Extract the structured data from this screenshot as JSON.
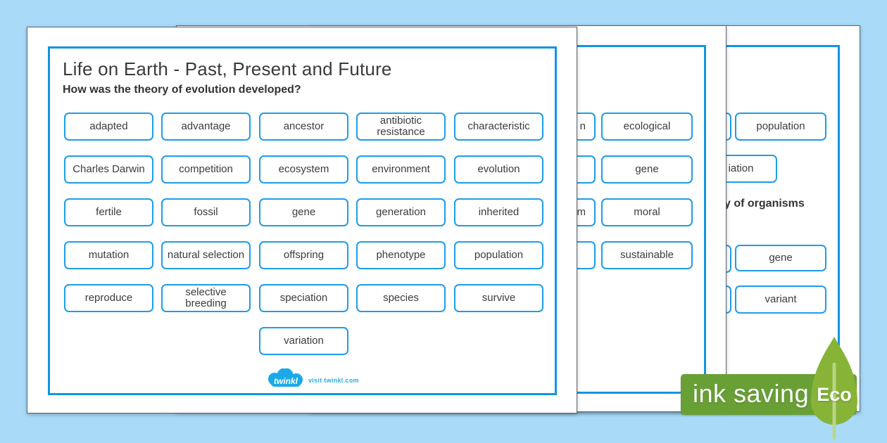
{
  "doc": {
    "title": "Life on Earth - Past, Present and Future",
    "subtitle": "How was the theory of evolution developed?",
    "words": [
      "adapted",
      "advantage",
      "ancestor",
      "antibiotic resistance",
      "characteristic",
      "Charles Darwin",
      "competition",
      "ecosystem",
      "environment",
      "evolution",
      "fertile",
      "fossil",
      "gene",
      "generation",
      "inherited",
      "mutation",
      "natural selection",
      "offspring",
      "phenotype",
      "population",
      "reproduce",
      "selective breeding",
      "speciation",
      "species",
      "survive",
      "variation"
    ],
    "logo_brand": "twinkl",
    "logo_tagline": "visit twinkl.com"
  },
  "page2": {
    "cut_fragments": [
      "n",
      "",
      "sm",
      ""
    ],
    "words": [
      "ecological",
      "gene",
      "moral",
      "sustainable"
    ]
  },
  "page3": {
    "word_top": "population",
    "cut_word": "iation",
    "heading_fragment": "y of organisms",
    "words": [
      "gene",
      "variant"
    ]
  },
  "eco_badge": {
    "label": "ink saving",
    "eco": "Eco"
  },
  "colors": {
    "background": "#a9dbf8",
    "frame_blue": "#1095e2",
    "box_border_blue": "#1e9de6",
    "text": "#3c3c3c",
    "banner_green": "#69a036",
    "leaf_green": "#87b437",
    "twinkl_blue": "#29abe2"
  }
}
